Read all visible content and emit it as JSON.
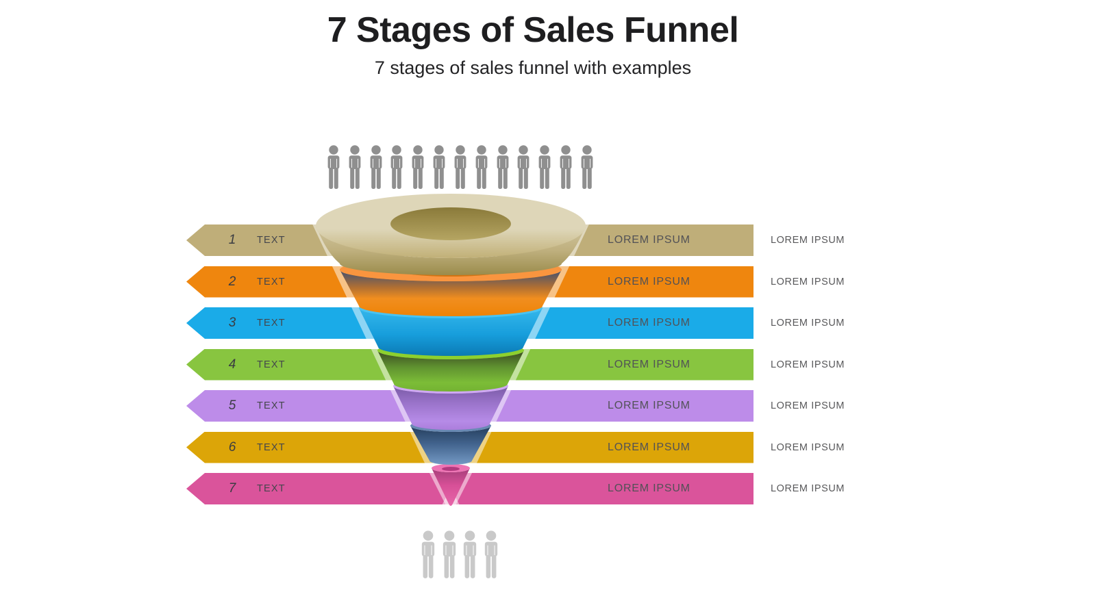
{
  "header": {
    "title": "7 Stages of Sales Funnel",
    "subtitle": "7 stages of sales funnel with examples"
  },
  "audience": {
    "top": {
      "icon": "person-icon",
      "count": 13,
      "color": "#8f8f8f"
    },
    "bottom": {
      "icon": "person-icon",
      "count": 4,
      "color": "#c9c9c9"
    }
  },
  "funnel_style": {
    "wedge_highlight": "rgba(255,255,255,0.5)",
    "tan_disc_top": "#ded6b8",
    "tan_disc_edge": "#c1b077",
    "tan_hole_dark": "#8a7a3a",
    "tan_hole_light": "#b5a562"
  },
  "stages": [
    {
      "number": "1",
      "label": "TEXT",
      "band_text": "LOREM IPSUM",
      "side_text": "LOREM IPSUM",
      "bar_color": "#bfae79",
      "funnel": {
        "rim": "#d5cba6",
        "hole": "#9b8b49",
        "body": [
          [
            0,
            "#cfc49e"
          ],
          [
            0.5,
            "#bfb07e"
          ],
          [
            1,
            "#9b8b4b"
          ]
        ]
      }
    },
    {
      "number": "2",
      "label": "TEXT",
      "band_text": "LOREM IPSUM",
      "side_text": "LOREM IPSUM",
      "bar_color": "#ef860e",
      "funnel": {
        "rim": "#f9953f",
        "hole": "#d17312",
        "body": [
          [
            0,
            "#3d4f73"
          ],
          [
            0.38,
            "#b06f33"
          ],
          [
            0.62,
            "#f18e1f"
          ],
          [
            1,
            "#ee8306"
          ]
        ]
      }
    },
    {
      "number": "3",
      "label": "TEXT",
      "band_text": "LOREM IPSUM",
      "side_text": "LOREM IPSUM",
      "bar_color": "#1aabe8",
      "funnel": {
        "rim": "#49c3f2",
        "hole": "#1787c4",
        "body": [
          [
            0,
            "#35b7eb"
          ],
          [
            0.55,
            "#179edc"
          ],
          [
            0.85,
            "#0f86c2"
          ],
          [
            1,
            "#0c7ab1"
          ]
        ]
      }
    },
    {
      "number": "4",
      "label": "TEXT",
      "band_text": "LOREM IPSUM",
      "side_text": "LOREM IPSUM",
      "bar_color": "#88c540",
      "funnel": {
        "rim": "#8dd02f",
        "hole": "#4e7020",
        "body": [
          [
            0,
            "#394921"
          ],
          [
            0.4,
            "#5f9130"
          ],
          [
            0.78,
            "#7cbd37"
          ],
          [
            1,
            "#74b232"
          ]
        ]
      }
    },
    {
      "number": "5",
      "label": "TEXT",
      "band_text": "LOREM IPSUM",
      "side_text": "LOREM IPSUM",
      "bar_color": "#bd8ce9",
      "funnel": {
        "rim": "#cfa9f2",
        "hole": "#8059b5",
        "body": [
          [
            0,
            "#7a5ba6"
          ],
          [
            0.4,
            "#9b74cb"
          ],
          [
            0.8,
            "#b68be7"
          ],
          [
            1,
            "#ac7edc"
          ]
        ]
      }
    },
    {
      "number": "6",
      "label": "TEXT",
      "band_text": "LOREM IPSUM",
      "side_text": "LOREM IPSUM",
      "bar_color": "#dca508",
      "funnel": {
        "rim": "#6889b3",
        "hole": "#2b4868",
        "body": [
          [
            0,
            "#243d5b"
          ],
          [
            0.45,
            "#41628c"
          ],
          [
            1,
            "#7499c4"
          ]
        ]
      }
    },
    {
      "number": "7",
      "label": "TEXT",
      "band_text": "LOREM IPSUM",
      "side_text": "LOREM IPSUM",
      "bar_color": "#da549b",
      "funnel": {
        "rim": "#ee74b4",
        "hole": "#b23a7f",
        "body": [
          [
            0,
            "#a53e79"
          ],
          [
            0.45,
            "#d75097"
          ],
          [
            1,
            "#e765a9"
          ]
        ]
      }
    }
  ]
}
